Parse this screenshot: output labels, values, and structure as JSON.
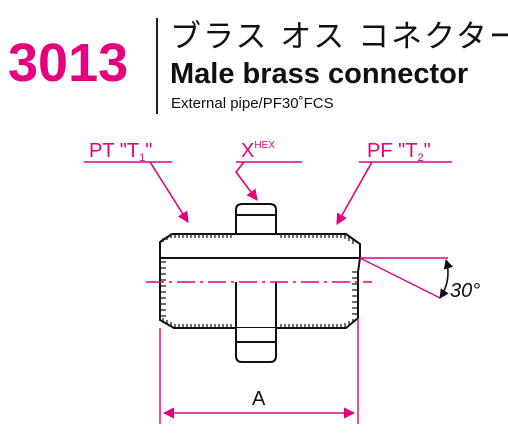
{
  "header": {
    "model_code": "3013",
    "title_jp": "ブラス オス コネクター",
    "title_en": "Male brass connector",
    "subtitle": "External pipe/PF30˚FCS"
  },
  "callouts": {
    "pt_label_prefix": "PT \"T",
    "pt_label_sub": "1",
    "pt_label_suffix": "\"",
    "hex_label_main": "X",
    "hex_label_sup": "HEX",
    "pf_label_prefix": "PF \"T",
    "pf_label_sub": "2",
    "pf_label_suffix": "\"",
    "angle_label": "30°",
    "dimension_label": "A"
  },
  "colors": {
    "brand": "#e6007e",
    "ink": "#111111"
  }
}
